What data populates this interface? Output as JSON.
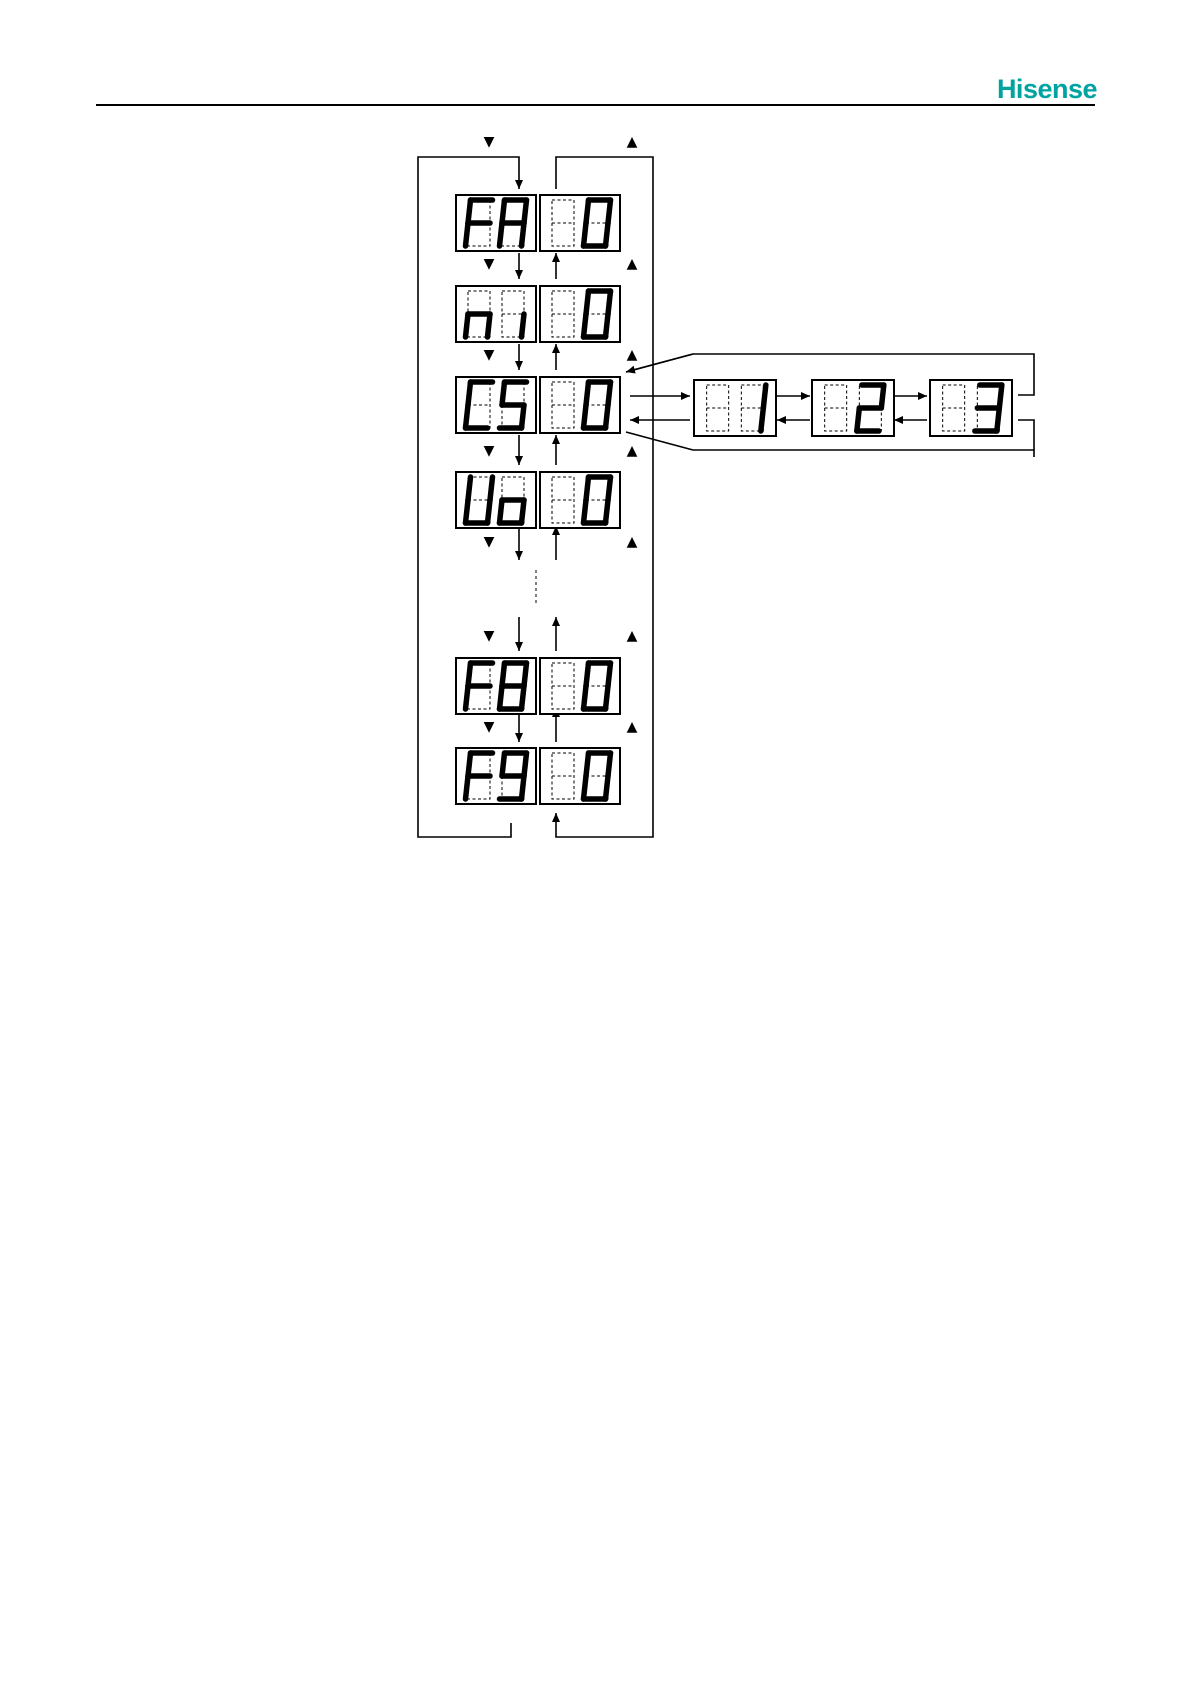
{
  "header": {
    "brand": "Hisense",
    "brand_color": "#00a3a0"
  },
  "diagram": {
    "rows": [
      {
        "code": "FA",
        "value": "0"
      },
      {
        "code": "ni",
        "value": "0"
      },
      {
        "code": "CS",
        "value": "0"
      },
      {
        "code": "Uo",
        "value": "0"
      },
      {
        "code": "F8",
        "value": "0"
      },
      {
        "code": "F9",
        "value": "0"
      }
    ],
    "options": [
      "1",
      "2",
      "3"
    ],
    "down_symbol": "▼",
    "up_symbol": "▲"
  }
}
